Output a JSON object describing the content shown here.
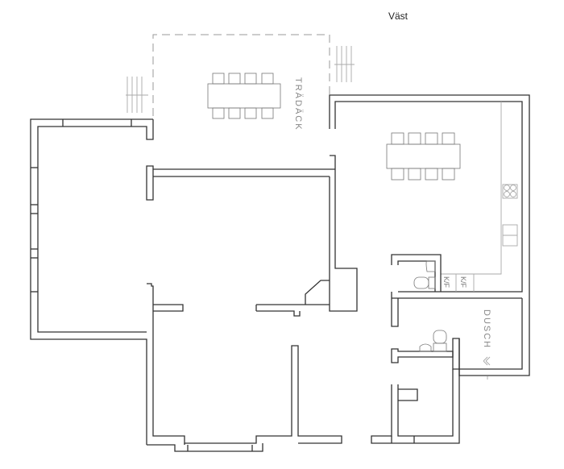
{
  "compass": {
    "label": "Väst"
  },
  "rooms": {
    "deck": "TRÄDÄCK",
    "shower": "DUSCH",
    "kf1": "K/F",
    "kf2": "K/F"
  },
  "colors": {
    "wall": "#333333",
    "furniture": "#888888",
    "background": "#ffffff"
  }
}
